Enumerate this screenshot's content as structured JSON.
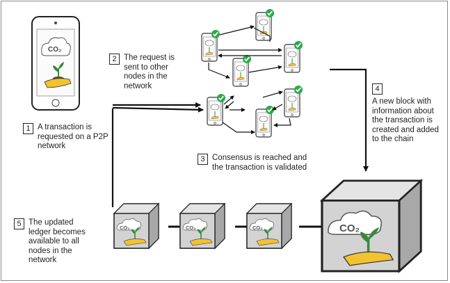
{
  "diagram": {
    "co2_label": "CO₂",
    "steps": [
      {
        "number": "1",
        "text": "A transaction is\nrequested on a P2P\nnetwork"
      },
      {
        "number": "2",
        "text": "The request is\nsent to other\nnodes in the\nnetwork"
      },
      {
        "number": "3",
        "text": "Consensus is reached and\nthe transaction is validated"
      },
      {
        "number": "4",
        "text": "A new block with\ninformation about\nthe transaction is\ncreated and added\nto the chain"
      },
      {
        "number": "5",
        "text": "The updated\nledger becomes\navailable to all\nnodes in the\nnetwork"
      }
    ],
    "colors": {
      "check": "#2fa84f",
      "hand": "#f2c230",
      "plant": "#3a8a3a",
      "cube_fill": "#c9c9c9",
      "line": "#111111"
    }
  }
}
